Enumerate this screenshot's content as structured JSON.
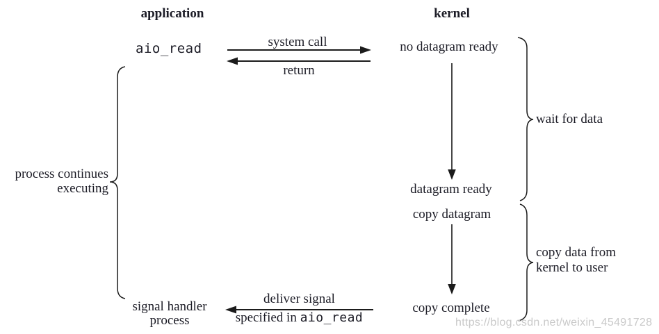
{
  "columns": {
    "application": "application",
    "kernel": "kernel"
  },
  "app": {
    "call": "aio_read",
    "brace_line1": "process continues",
    "brace_line2": "executing",
    "handler_line1": "signal handler",
    "handler_line2": "process"
  },
  "arrows": {
    "system_call": "system call",
    "return": "return",
    "deliver_line1": "deliver signal",
    "deliver_line2_text": "specified in",
    "deliver_line2_code": "aio_read"
  },
  "kernel": {
    "state_no_ready": "no datagram ready",
    "state_ready": "datagram ready",
    "state_copy": "copy datagram",
    "state_complete": "copy complete",
    "wait_label": "wait for data",
    "copy_label_line1": "copy data from",
    "copy_label_line2": "kernel to user"
  },
  "watermark": "https://blog.csdn.net/weixin_45491728",
  "colors": {
    "ink": "#1c1c26",
    "line": "#1b1b1b",
    "watermark": "#c9c9c9",
    "background": "#ffffff"
  }
}
